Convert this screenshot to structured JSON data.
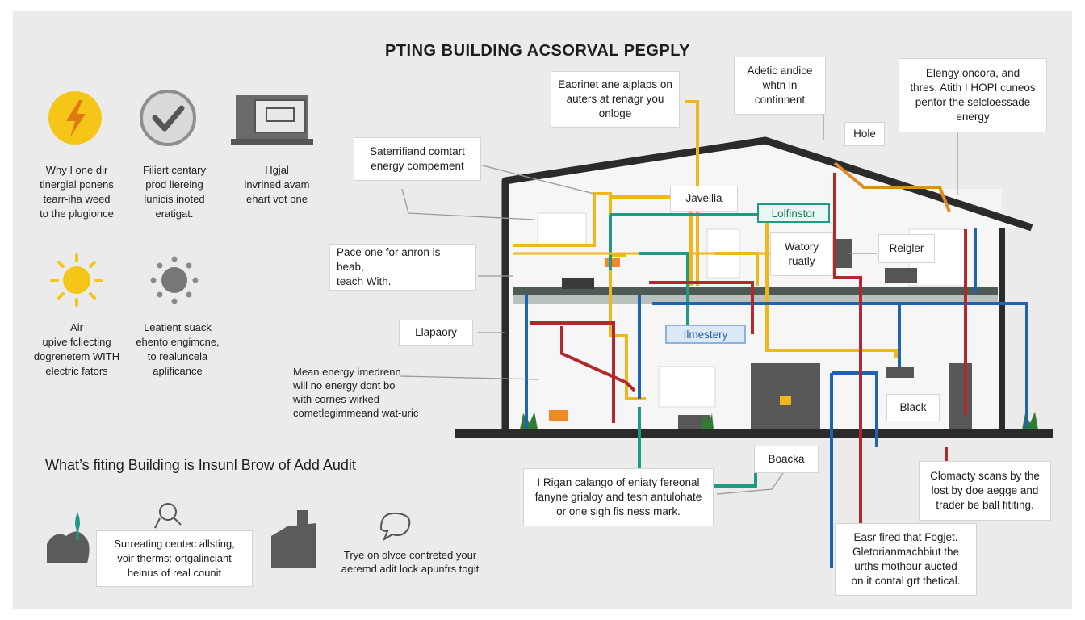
{
  "title": "PTING BUILDING ACSORVAL PEGPLY",
  "legend": [
    {
      "icon": "lightning-icon",
      "text": "Why I one dir\ntinergial ponens\ntearr-iha weed\nto the plugionce"
    },
    {
      "icon": "checkmark-icon",
      "text": "Filiert centary\nprod liereing\nlunicis inoted\neratigat."
    },
    {
      "icon": "monitor-icon",
      "text": "Hgjal\ninvrined avam\nehart vot one"
    },
    {
      "icon": "sun-icon",
      "text": "Air\nupive fcllecting\ndogrenetem WITH\nelectric fators"
    },
    {
      "icon": "gear-icon",
      "text": "Leatient suack\nehento engimcne,\nto realuncela\naplificance"
    }
  ],
  "callouts": {
    "top_center": "Eaorinet ane ajplaps on\nauters at renagr you\nonloge",
    "top_right_mid": "Adetic andice\nwhtn in\ncontinnent",
    "top_right": "Elengy oncora, and\nthres, Atith I HOPI cuneos\npentor the selcloessade\nenergy",
    "hole": "Hole",
    "left_top": "Saterrifiand comtart\nenergy compement",
    "left_mid": "Pace one for anron is beab,\nteach With.",
    "left_lower": "Mean energy imedrenn\nwill no energy dont bo\nwith cornes wirked\ncometlegimmeand wat-uric",
    "bottom_center": "I Rigan calango of eniaty fereonal\nfanyne grialoy and tesh antulohate\nor one sigh fis ness mark.",
    "bottom_right": "Clomacty scans by the\nlost by doe aegge and\ntrader be ball fititing.",
    "bottom_far": "Easr fired that Fogjet.\nGletorianmachbiut the\nurths mothour aucted\non it contal grt thetical."
  },
  "room_labels": {
    "javellia": "Javellia",
    "lolfinstor": "Lolfinstor",
    "watory": "Watory\nruatly",
    "reigler": "Reigler",
    "llapaory": "Llapaory",
    "ilmestery": "Ilmestery",
    "black": "Black",
    "boacka": "Boacka"
  },
  "subtitle": "What’s fiting Building is Insunl Brow of Add Audit",
  "bottom_items": [
    {
      "icon": "plant-cloud-icon",
      "text": ""
    },
    {
      "icon": "hand-icon",
      "text": "Surreating centec allsting,\nvoir therms: ortgalinciant\nheinus of real counit"
    },
    {
      "icon": "factory-icon",
      "text": ""
    },
    {
      "icon": "speech-bubble-icon",
      "text": "Trye on olvce contreted your\naeremd adit lock apunfrs togit"
    }
  ],
  "colors": {
    "yellow": "#f0b71c",
    "blue": "#1f63b3",
    "red": "#b3282c",
    "green": "#1f9a87",
    "house": "#2b2b2b",
    "lightning": "#f5c518"
  }
}
